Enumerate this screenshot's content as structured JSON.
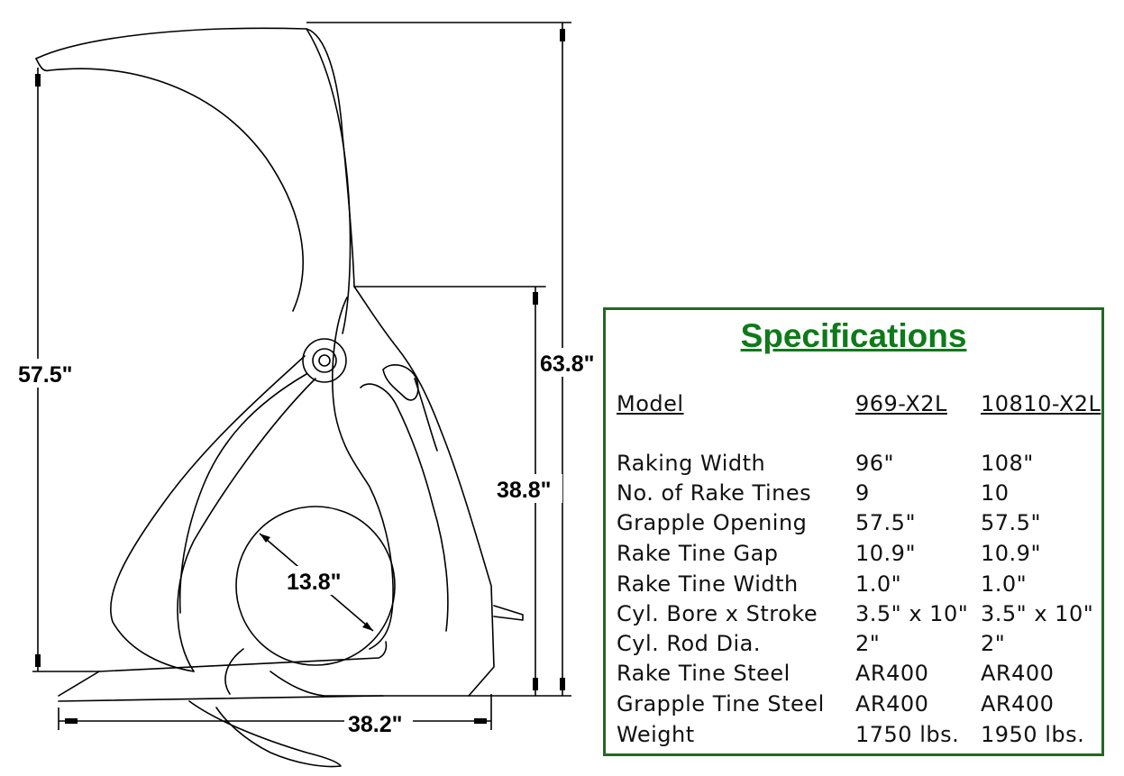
{
  "dimensions": {
    "overall_height": "63.8\"",
    "grapple_opening": "57.5\"",
    "frame_height": "38.8\"",
    "bale_diameter": "13.8\"",
    "tine_depth": "38.2\""
  },
  "specs": {
    "title": "Specifications",
    "header": {
      "label": "Model",
      "model_a": "969-X2L",
      "model_b": "10810-X2L"
    },
    "rows": [
      {
        "label": "Raking Width",
        "a": "96\"",
        "b": "108\""
      },
      {
        "label": "No. of Rake Tines",
        "a": "9",
        "b": "10"
      },
      {
        "label": "Grapple Opening",
        "a": "57.5\"",
        "b": "57.5\""
      },
      {
        "label": "Rake Tine Gap",
        "a": "10.9\"",
        "b": "10.9\""
      },
      {
        "label": "Rake Tine Width",
        "a": "1.0\"",
        "b": "1.0\""
      },
      {
        "label": "Cyl. Bore x Stroke",
        "a": "3.5\" x 10\"",
        "b": "3.5\" x 10\""
      },
      {
        "label": "Cyl. Rod Dia.",
        "a": "2\"",
        "b": "2\""
      },
      {
        "label": "Rake Tine Steel",
        "a": "AR400",
        "b": "AR400"
      },
      {
        "label": "Grapple Tine Steel",
        "a": "AR400",
        "b": "AR400"
      },
      {
        "label": "Weight",
        "a": "1750 lbs.",
        "b": "1950 lbs."
      }
    ]
  },
  "colors": {
    "box_border": "#1f6b1f",
    "title": "#0f7a1a",
    "line": "#000000"
  }
}
